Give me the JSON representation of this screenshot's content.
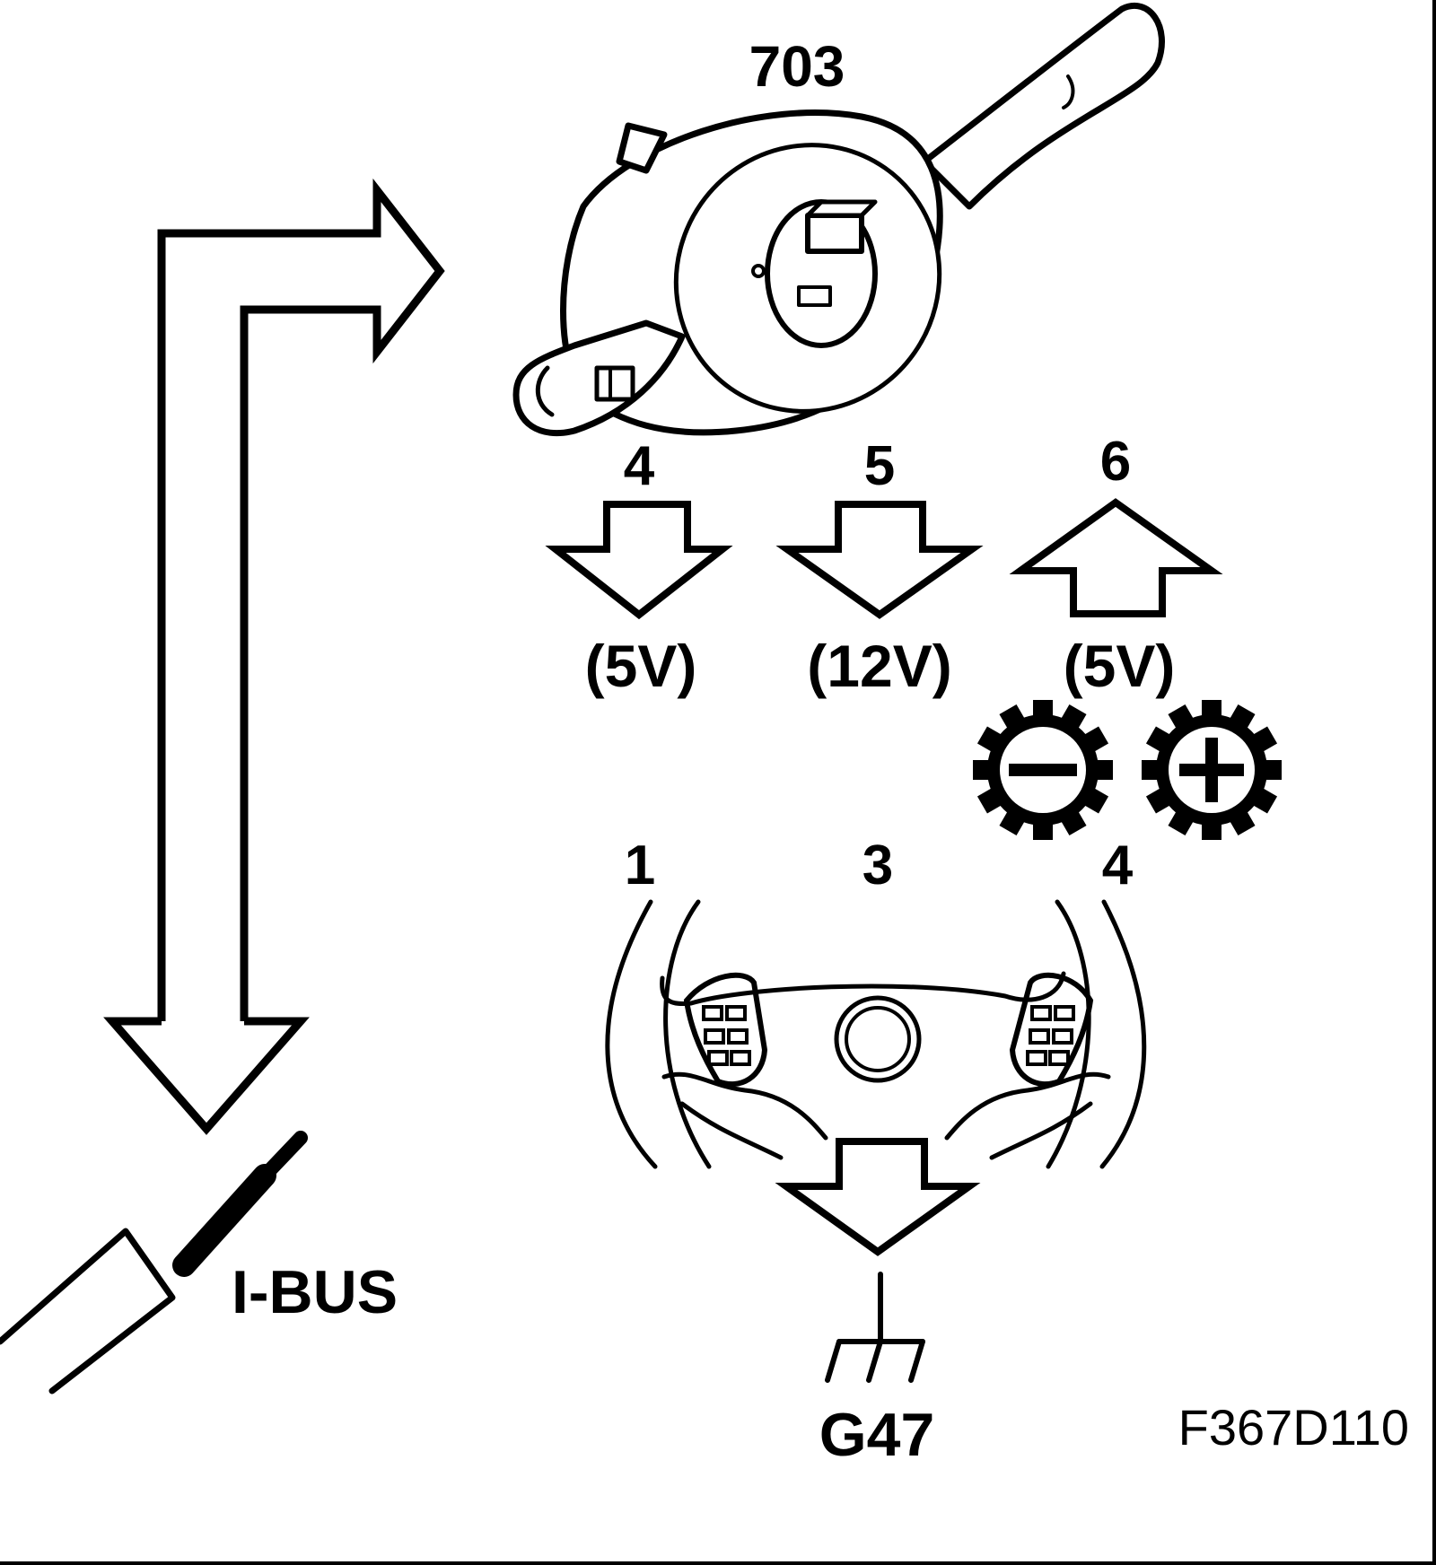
{
  "diagram": {
    "module_label": "703",
    "signals": [
      {
        "pin": "4",
        "direction": "down",
        "voltage": "(5V)"
      },
      {
        "pin": "5",
        "direction": "down",
        "voltage": "(12V)"
      },
      {
        "pin": "6",
        "direction": "up",
        "voltage": "(5V)"
      }
    ],
    "wheel_pins": [
      "1",
      "3",
      "4"
    ],
    "bus_label": "I-BUS",
    "ground_label": "G47",
    "figure_ref": "F367D110",
    "icons": [
      "minus-gear-icon",
      "plus-gear-icon",
      "steering-wheel-icon",
      "ground-icon",
      "bus-cable-icon"
    ],
    "colors": {
      "line": "#000000",
      "background": "#ffffff"
    }
  }
}
